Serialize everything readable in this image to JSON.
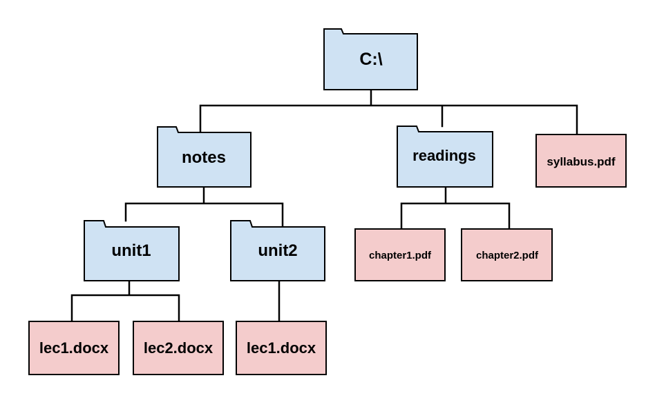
{
  "tree": {
    "root": {
      "label": "C:\\",
      "kind": "folder"
    },
    "notes": {
      "label": "notes",
      "kind": "folder"
    },
    "readings": {
      "label": "readings",
      "kind": "folder"
    },
    "syllabus": {
      "label": "syllabus.pdf",
      "kind": "file"
    },
    "unit1": {
      "label": "unit1",
      "kind": "folder"
    },
    "unit2": {
      "label": "unit2",
      "kind": "folder"
    },
    "chapter1": {
      "label": "chapter1.pdf",
      "kind": "file"
    },
    "chapter2": {
      "label": "chapter2.pdf",
      "kind": "file"
    },
    "unit1_lec1": {
      "label": "lec1.docx",
      "kind": "file"
    },
    "unit1_lec2": {
      "label": "lec2.docx",
      "kind": "file"
    },
    "unit2_lec1": {
      "label": "lec1.docx",
      "kind": "file"
    }
  },
  "colors": {
    "folder_fill": "#cfe2f3",
    "file_fill": "#f4cccc",
    "outline": "#000000"
  }
}
